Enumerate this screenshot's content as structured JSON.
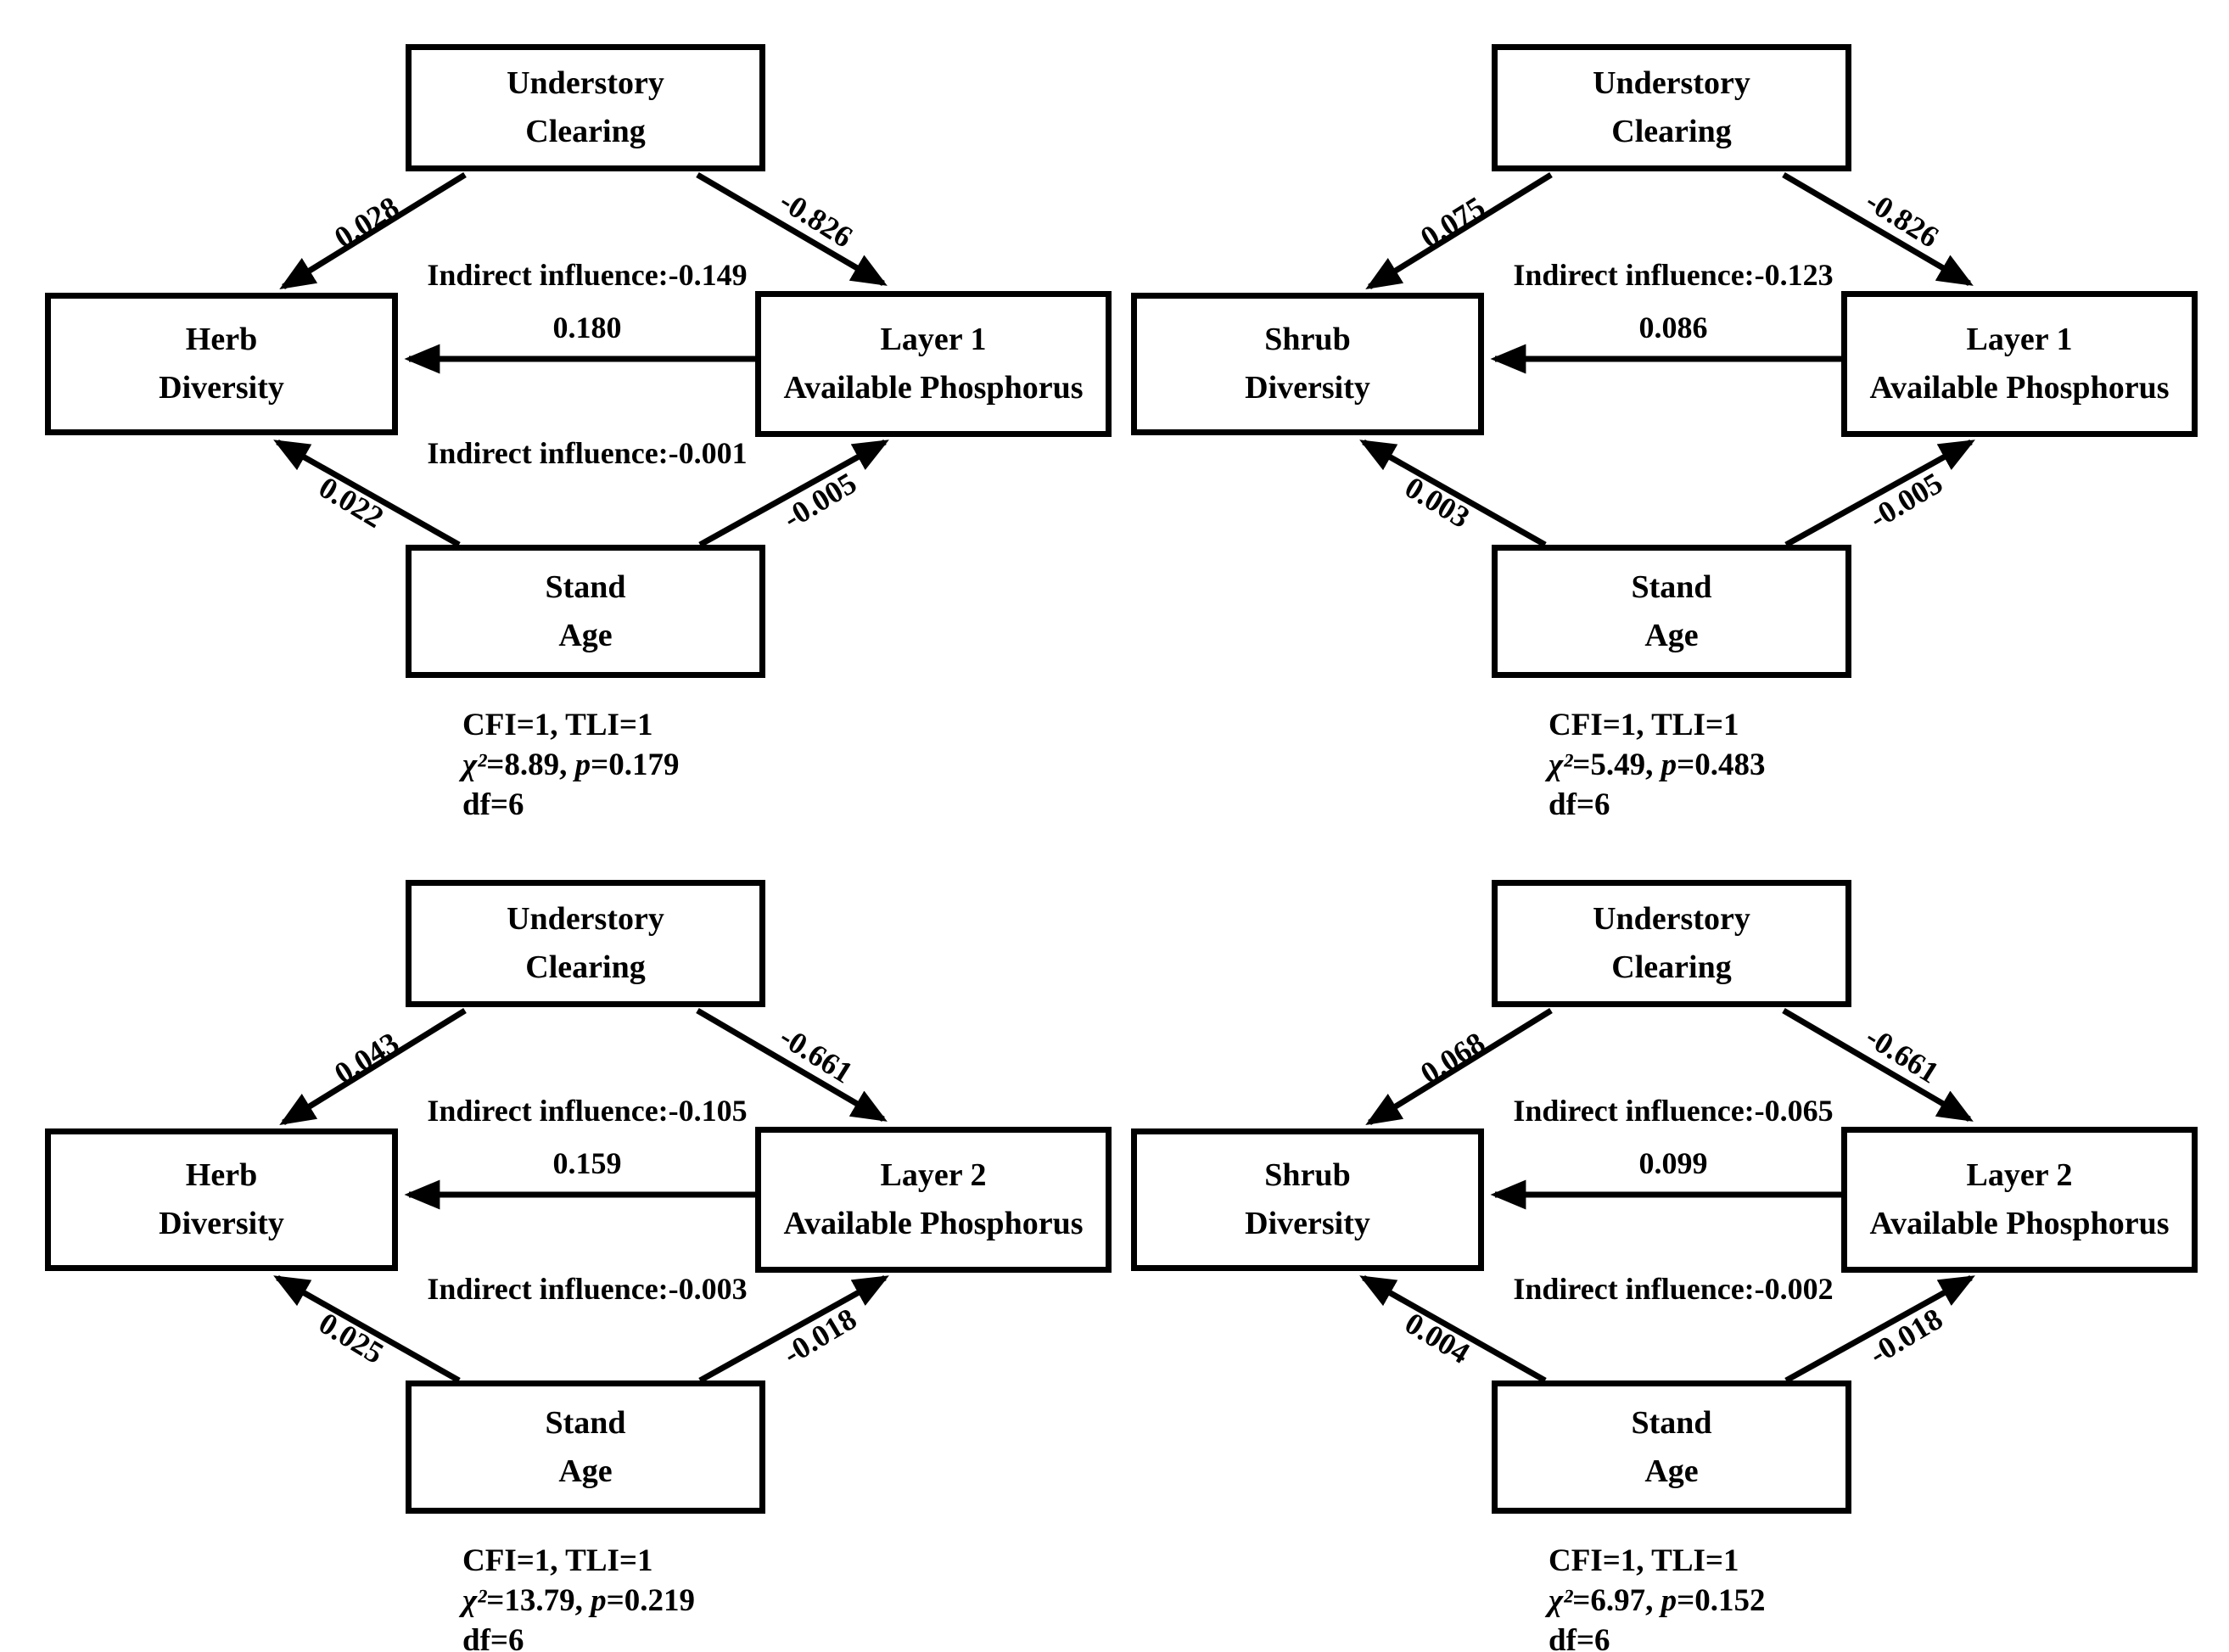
{
  "colors": {
    "ink": "#000000",
    "background": "#ffffff"
  },
  "panels": [
    {
      "id": "herb-layer1",
      "top_line1": "Understory",
      "top_line2": "Clearing",
      "left_line1": "Herb",
      "left_line2": "Diversity",
      "right_line1": "Layer 1",
      "right_line2": "Available Phosphorus",
      "bottom_line1": "Stand",
      "bottom_line2": "Age",
      "coef_top_left": "0.028",
      "coef_top_right": "-0.826",
      "indirect_top": "Indirect influence:-0.149",
      "coef_mid": "0.180",
      "indirect_bottom": "Indirect influence:-0.001",
      "coef_bot_left": "0.022",
      "coef_bot_right": "-0.005",
      "fit_line1": "CFI=1, TLI=1",
      "chi_sym": "χ²",
      "chi_val": "=8.89, ",
      "p_sym": "p",
      "p_val": "=0.179",
      "df": "df=6"
    },
    {
      "id": "shrub-layer1",
      "top_line1": "Understory",
      "top_line2": "Clearing",
      "left_line1": "Shrub",
      "left_line2": "Diversity",
      "right_line1": "Layer 1",
      "right_line2": "Available Phosphorus",
      "bottom_line1": "Stand",
      "bottom_line2": "Age",
      "coef_top_left": "0.075",
      "coef_top_right": "-0.826",
      "indirect_top": "Indirect influence:-0.123",
      "coef_mid": "0.086",
      "indirect_bottom": "",
      "coef_bot_left": "0.003",
      "coef_bot_right": "-0.005",
      "fit_line1": "CFI=1, TLI=1",
      "chi_sym": "χ²",
      "chi_val": "=5.49, ",
      "p_sym": "p",
      "p_val": "=0.483",
      "df": "df=6"
    },
    {
      "id": "herb-layer2",
      "top_line1": "Understory",
      "top_line2": "Clearing",
      "left_line1": "Herb",
      "left_line2": "Diversity",
      "right_line1": "Layer 2",
      "right_line2": "Available Phosphorus",
      "bottom_line1": "Stand",
      "bottom_line2": "Age",
      "coef_top_left": "0.043",
      "coef_top_right": "-0.661",
      "indirect_top": "Indirect influence:-0.105",
      "coef_mid": "0.159",
      "indirect_bottom": "Indirect influence:-0.003",
      "coef_bot_left": "0.025",
      "coef_bot_right": "-0.018",
      "fit_line1": "CFI=1, TLI=1",
      "chi_sym": "χ²",
      "chi_val": "=13.79, ",
      "p_sym": "p",
      "p_val": "=0.219",
      "df": "df=6"
    },
    {
      "id": "shrub-layer2",
      "top_line1": "Understory",
      "top_line2": "Clearing",
      "left_line1": "Shrub",
      "left_line2": "Diversity",
      "right_line1": "Layer 2",
      "right_line2": "Available Phosphorus",
      "bottom_line1": "Stand",
      "bottom_line2": "Age",
      "coef_top_left": "0.068",
      "coef_top_right": "-0.661",
      "indirect_top": "Indirect influence:-0.065",
      "coef_mid": "0.099",
      "indirect_bottom": "Indirect influence:-0.002",
      "coef_bot_left": "0.004",
      "coef_bot_right": "-0.018",
      "fit_line1": "CFI=1, TLI=1",
      "chi_sym": "χ²",
      "chi_val": "=6.97, ",
      "p_sym": "p",
      "p_val": "=0.152",
      "df": "df=6"
    }
  ]
}
